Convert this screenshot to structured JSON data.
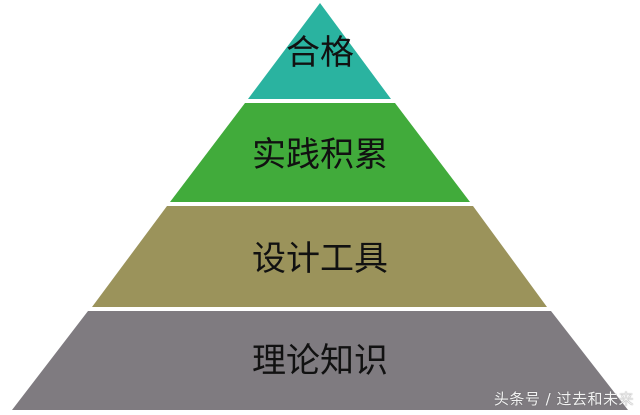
{
  "diagram": {
    "type": "pyramid",
    "levels": [
      {
        "label": "合格",
        "color": "#2ab3a0"
      },
      {
        "label": "实践积累",
        "color": "#41ab3b"
      },
      {
        "label": "设计工具",
        "color": "#9b935b"
      },
      {
        "label": "理论知识",
        "color": "#7f7b80"
      }
    ]
  },
  "watermark": "头条号 / 过去和未来"
}
